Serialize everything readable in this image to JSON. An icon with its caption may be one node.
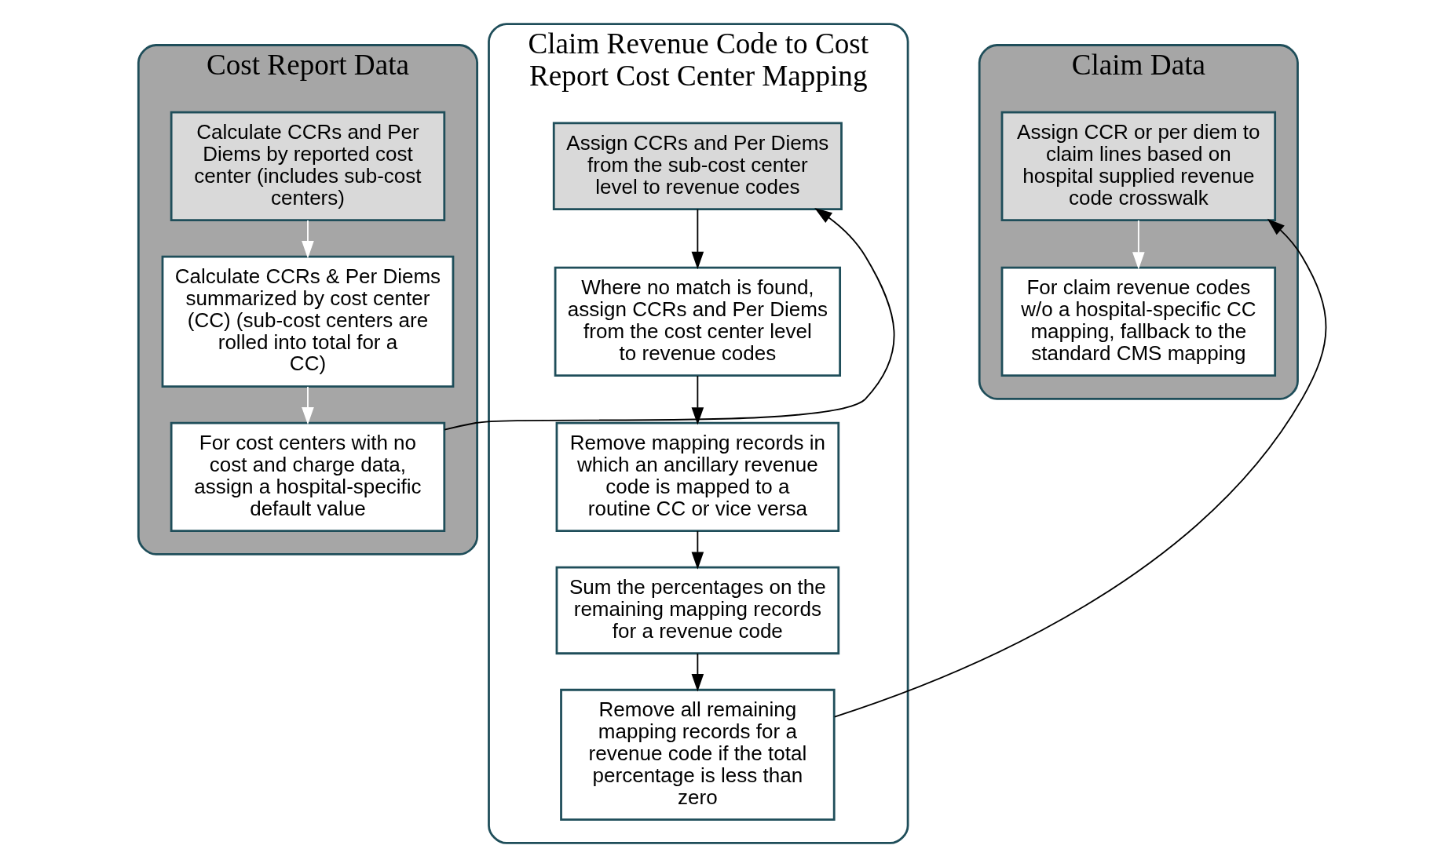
{
  "diagram": {
    "nodes": [
      {
        "text": [
          "Cost Report Data"
        ]
      },
      {
        "text": [
          "Calculate CCRs and Per Diems by reported cost center (includes sub-cost centers)"
        ],
        "in": 0
      },
      {
        "text": [
          "Calculate CCRs & Per Diems summarized by cost center (CC) (sub-cost centers are rolled into total for a CC)"
        ],
        "in": 0
      },
      {
        "text": [
          "For cost centers with no cost and charge data, assign a hospital-specific default value"
        ],
        "in": 0
      },
      {
        "text": [
          "Claim Revenue Code to Cost Report Cost Center Mapping"
        ]
      },
      {
        "text": [
          "Assign CCRs and Per Diems from the sub-cost center level to revenue codes"
        ],
        "in": 4
      },
      {
        "text": [
          "Where no match is found, assign CCRs and Per Diems from the cost center level to revenue codes"
        ],
        "in": 4
      },
      {
        "text": [
          "Remove mapping records in which an ancillary revenue code is mapped to a routine CC or vice versa"
        ],
        "in": 4
      },
      {
        "text": [
          "Sum the percentages on the remaining mapping records for a revenue code"
        ],
        "in": 4
      },
      {
        "text": [
          "Remove all remaining mapping records for a revenue code if the total percentage is less than zero"
        ],
        "in": 4
      },
      {
        "text": [
          "Claim Data"
        ]
      },
      {
        "text": [
          "Assign CCR or per diem to claim lines based on hospital supplied revenue code crosswalk"
        ],
        "in": 10
      },
      {
        "text": [
          "For claim revenue codes w/o a hospital-specific CC mapping, fallback to the standard CMS mapping"
        ],
        "in": 10
      }
    ],
    "edges": [
      {
        "from": 1,
        "to": 2,
        "arrow": "to",
        "color": "#ffffff"
      },
      {
        "from": 2,
        "to": 3,
        "arrow": "to",
        "color": "#ffffff"
      },
      {
        "from": 3,
        "to": 5,
        "arrow": "to"
      },
      {
        "from": 5,
        "to": 6,
        "arrow": "to"
      },
      {
        "from": 6,
        "to": 7,
        "arrow": "to"
      },
      {
        "from": 7,
        "to": 8,
        "arrow": "to"
      },
      {
        "from": 8,
        "to": 9,
        "arrow": "to"
      },
      {
        "from": 9,
        "to": 11,
        "arrow": "to"
      },
      {
        "from": 11,
        "to": 12,
        "arrow": "to",
        "color": "#ffffff"
      }
    ]
  }
}
